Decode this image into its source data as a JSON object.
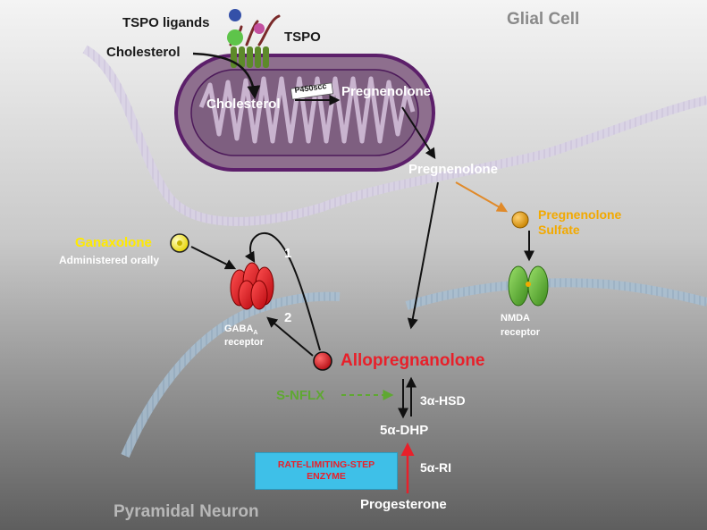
{
  "title": "Glial Cell",
  "footer_label": "Pyramidal Neuron",
  "labels": {
    "tspo_ligands": "TSPO ligands",
    "tspo": "TSPO",
    "cholesterol_outer": "Cholesterol",
    "cholesterol_inner": "Cholesterol",
    "p450scc": "P450scc",
    "pregnenolone_mito": "Pregnenolone",
    "pregnenolone": "Pregnenolone",
    "pregnenolone_sulfate_line1": "Pregnenolone",
    "pregnenolone_sulfate_line2": "Sulfate",
    "ganaxolone": "Ganaxolone",
    "administered_orally": "Administered orally",
    "path_1": "1",
    "path_2": "2",
    "gabaa_main": "GABA",
    "gabaa_sub": "A",
    "gabaa_receptor": "receptor",
    "nmda": "NMDA",
    "nmda_receptor": "receptor",
    "allopregnanolone": "Allopregnanolone",
    "s_nflx": "S-NFLX",
    "hsd": "3α-HSD",
    "dhp": "5α-DHP",
    "ri": "5α-RI",
    "progesterone": "Progesterone",
    "rate_line1": "RATE-LIMITING-STEP",
    "rate_line2": "ENZYME"
  },
  "colors": {
    "mitochondrion": "#8e6f8e",
    "mitochondrion_border": "#5c1f6a",
    "allopregnanolone": "#e8202a",
    "ganaxolone": "#ffea00",
    "pregnenolone_sulfate": "#f2a900",
    "s_nflx": "#5fa832",
    "rate_box": "#3ec0e8",
    "gabaa": "#e21b23",
    "nmda": "#5db030"
  }
}
